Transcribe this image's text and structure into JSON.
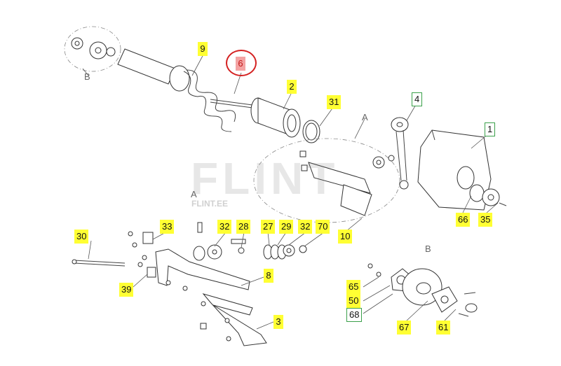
{
  "callouts": [
    {
      "label": "9",
      "style": "yellow"
    },
    {
      "label": "6",
      "style": "red"
    },
    {
      "label": "2",
      "style": "yellow"
    },
    {
      "label": "31",
      "style": "yellow"
    },
    {
      "label": "4",
      "style": "green"
    },
    {
      "label": "1",
      "style": "green"
    },
    {
      "label": "66",
      "style": "yellow"
    },
    {
      "label": "35",
      "style": "yellow"
    },
    {
      "label": "10",
      "style": "yellow"
    },
    {
      "label": "30",
      "style": "yellow"
    },
    {
      "label": "33",
      "style": "yellow"
    },
    {
      "label": "32",
      "style": "yellow"
    },
    {
      "label": "28",
      "style": "yellow"
    },
    {
      "label": "27",
      "style": "yellow"
    },
    {
      "label": "29",
      "style": "yellow"
    },
    {
      "label": "32",
      "style": "yellow"
    },
    {
      "label": "70",
      "style": "yellow"
    },
    {
      "label": "39",
      "style": "yellow"
    },
    {
      "label": "8",
      "style": "yellow"
    },
    {
      "label": "3",
      "style": "yellow"
    },
    {
      "label": "65",
      "style": "yellow"
    },
    {
      "label": "50",
      "style": "yellow"
    },
    {
      "label": "68",
      "style": "green"
    },
    {
      "label": "67",
      "style": "yellow"
    },
    {
      "label": "61",
      "style": "yellow"
    }
  ],
  "view_letters": [
    "B",
    "A",
    "A",
    "B"
  ],
  "watermark": {
    "main": "FLINT",
    "sub": "FLINT.EE"
  },
  "colors": {
    "yellow": "#ffff33",
    "green_border": "#3aa04a",
    "highlight_red": "#d42020"
  }
}
